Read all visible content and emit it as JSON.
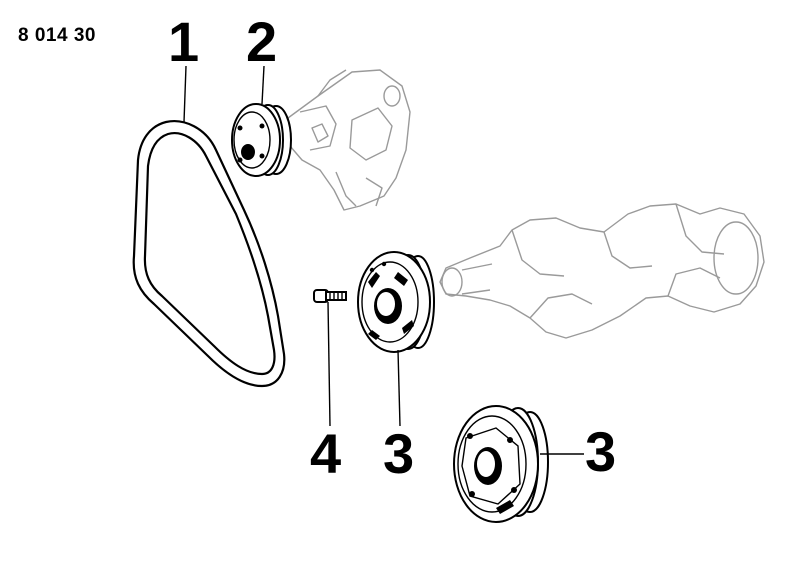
{
  "header": {
    "part_number": "8 014 30"
  },
  "callouts": {
    "belt": "1",
    "pump_pulley": "2",
    "screw": "4",
    "crank_pulley": "3",
    "crank_pulley_alt": "3"
  },
  "colors": {
    "ink": "#000000",
    "ghost": "#9a9a9a",
    "background": "#ffffff"
  }
}
